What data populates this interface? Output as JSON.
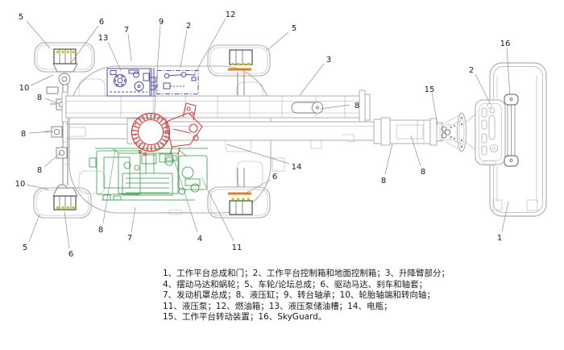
{
  "colors": {
    "c-gray": "#adadad",
    "c-gray-dark": "#7a7a7a",
    "c-dark": "#3d3d3d",
    "c-blue": "#4f4f9f",
    "c-red": "#c94444",
    "c-green": "#2f9a44",
    "c-yellow": "#d4c300",
    "c-orange": "#e07c28",
    "c-leader": "#8f8f8f",
    "c-text": "#1a1a1a"
  },
  "callouts": [
    {
      "label": "5"
    },
    {
      "label": "6"
    },
    {
      "label": "13"
    },
    {
      "label": "7"
    },
    {
      "label": "9"
    },
    {
      "label": "2"
    },
    {
      "label": "12"
    },
    {
      "label": "5"
    },
    {
      "label": "10"
    },
    {
      "label": "8"
    },
    {
      "label": "8"
    },
    {
      "label": "8"
    },
    {
      "label": "10"
    },
    {
      "label": "5"
    },
    {
      "label": "6"
    },
    {
      "label": "8"
    },
    {
      "label": "7"
    },
    {
      "label": "4"
    },
    {
      "label": "11"
    },
    {
      "label": "6"
    },
    {
      "label": "3"
    },
    {
      "label": "8"
    },
    {
      "label": "15"
    },
    {
      "label": "14"
    },
    {
      "label": "8"
    },
    {
      "label": "8"
    },
    {
      "label": "2"
    },
    {
      "label": "16"
    },
    {
      "label": "1"
    }
  ],
  "legend": {
    "lines": [
      "1、工作平台总成和门；2、工作平台控制箱和地面控制箱；3、升降臂部分；",
      "4、摆动马达和蜗轮；5、车轮/论坛总成；6、驱动马达、刹车和轴套；",
      "7、发动机罩总成；8、液压缸；9、转台轴承；10、轮胎轴端和转向轴；",
      "11、液压泵；12、燃油箱；13、液压泵储油槽；14、电瓶；",
      "15、工作平台转动装置；16、SkyGuard。"
    ]
  }
}
